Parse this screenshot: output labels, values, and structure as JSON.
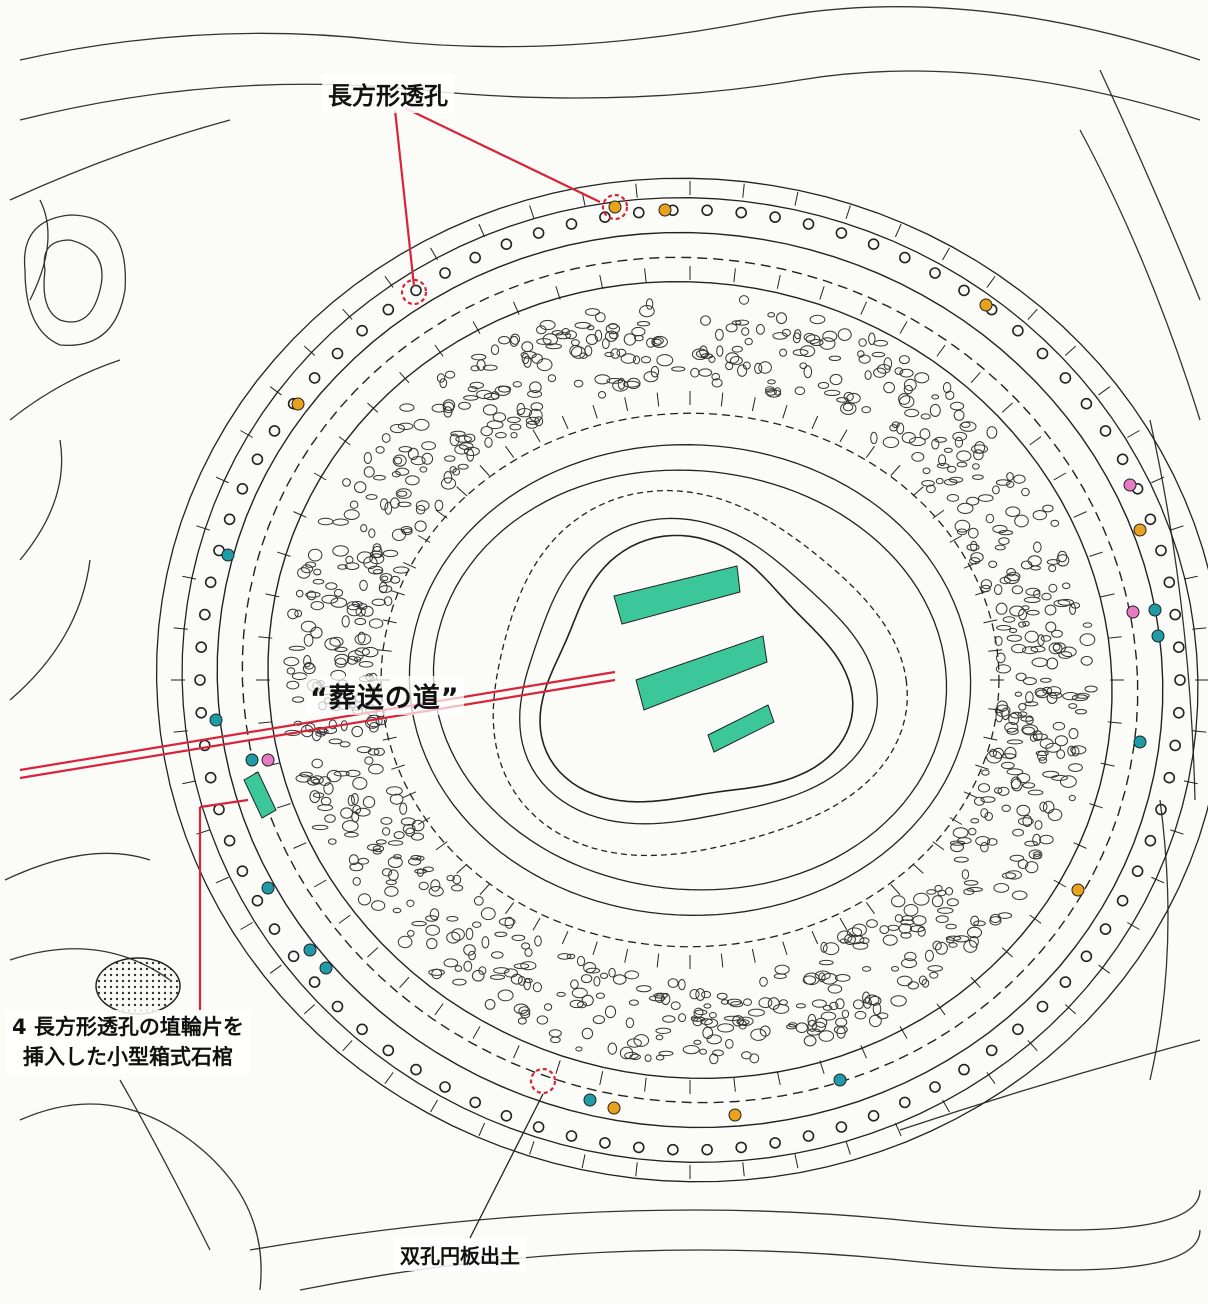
{
  "labels": {
    "rect_holes": "長方形透孔",
    "funeral_road": "“葬送の道”",
    "small_coffin_line1": "4 長方形透孔の埴輪片を",
    "small_coffin_line2": "挿入した小型箱式石棺",
    "double_hole_disk": "双孔円板出土"
  },
  "colors": {
    "red_marker": "#d8243a",
    "green_burial": "#3cc79a",
    "orange_dot": "#e8a21e",
    "teal_dot": "#1f9aa7",
    "pink_dot": "#e47bc4",
    "line": "#222222"
  }
}
